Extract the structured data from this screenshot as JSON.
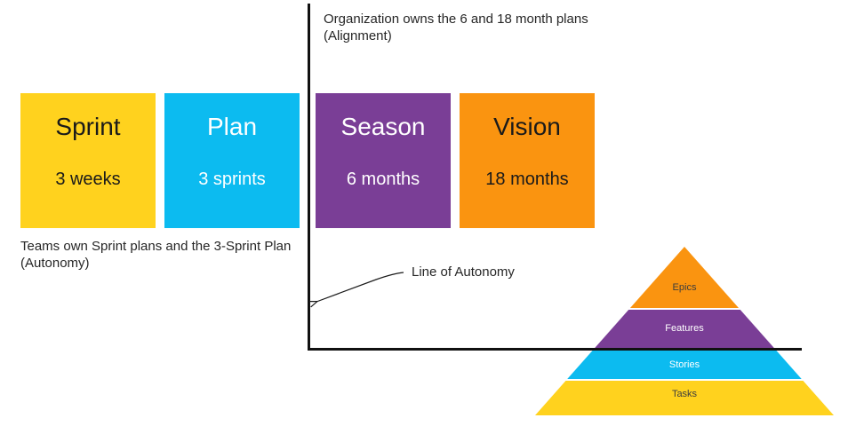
{
  "diagram": {
    "annotations": {
      "alignment": {
        "line1": "Organization owns the 6 and 18 month plans",
        "line2": "(Alignment)"
      },
      "autonomy": {
        "line1": "Teams own Sprint plans and the 3-Sprint Plan",
        "line2": "(Autonomy)"
      },
      "line_of_autonomy_label": "Line of Autonomy"
    },
    "boxes": [
      {
        "title": "Sprint",
        "subtitle": "3 weeks",
        "color": "#FFD21E",
        "text_color": "#1a1a1a"
      },
      {
        "title": "Plan",
        "subtitle": "3 sprints",
        "color": "#0CBBF0",
        "text_color": "#ffffff"
      },
      {
        "title": "Season",
        "subtitle": "6 months",
        "color": "#7A3E96",
        "text_color": "#ffffff"
      },
      {
        "title": "Vision",
        "subtitle": "18 months",
        "color": "#FA9410",
        "text_color": "#1a1a1a"
      }
    ],
    "pyramid": {
      "layers": [
        {
          "label": "Epics",
          "color": "#FA9410",
          "text_color": "#3d3d3d"
        },
        {
          "label": "Features",
          "color": "#7A3E96",
          "text_color": "#ffffff"
        },
        {
          "label": "Stories",
          "color": "#0CBBF0",
          "text_color": "#ffffff"
        },
        {
          "label": "Tasks",
          "color": "#FFD21E",
          "text_color": "#3d3d3d"
        }
      ]
    },
    "axis_color": "#111111"
  }
}
